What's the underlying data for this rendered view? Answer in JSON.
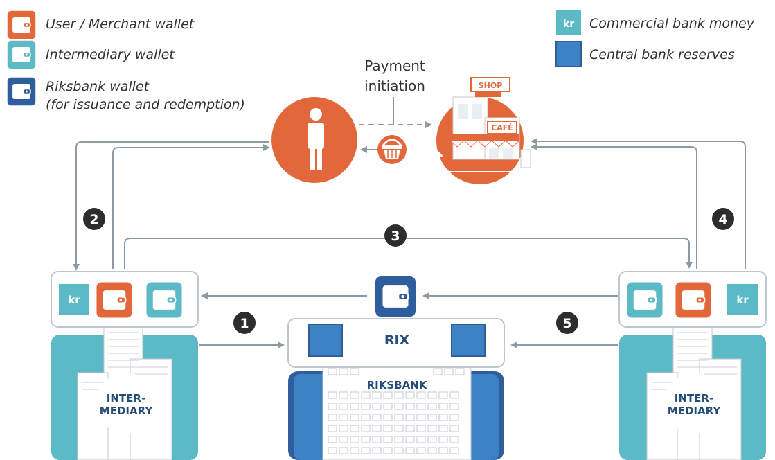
{
  "legend_left": [
    {
      "label": "User / Merchant wallet",
      "color": "#e2673a"
    },
    {
      "label": "Intermediary wallet",
      "color": "#5cb9c6"
    },
    {
      "label": "Riksbank wallet",
      "label2": "(for issuance and redemption)",
      "color": "#2e5f9c"
    }
  ],
  "legend_right": [
    {
      "label": "Commercial bank money",
      "swatch_text": "kr",
      "color": "#5cb9c6"
    },
    {
      "label": "Central bank reserves",
      "color": "#3c82c4"
    }
  ],
  "payment_initiation": {
    "line1": "Payment",
    "line2": "initiation"
  },
  "shop": {
    "shop_sign": "SHOP",
    "cafe_sign": "CAFÉ"
  },
  "steps": [
    "1",
    "2",
    "3",
    "4",
    "5"
  ],
  "left_panel": {
    "kr_label": "kr"
  },
  "right_panel": {
    "kr_label": "kr"
  },
  "rix": {
    "label": "RIX"
  },
  "riksbank": {
    "label": "RIKSBANK"
  },
  "left_intermediary": {
    "line1": "INTER-",
    "line2": "MEDIARY"
  },
  "right_intermediary": {
    "line1": "INTER-",
    "line2": "MEDIARY"
  },
  "colors": {
    "orange": "#e2673a",
    "teal": "#5cb9c6",
    "navy": "#2e5f9c",
    "blue": "#3c82c4",
    "arrow": "#8c9aa3"
  }
}
